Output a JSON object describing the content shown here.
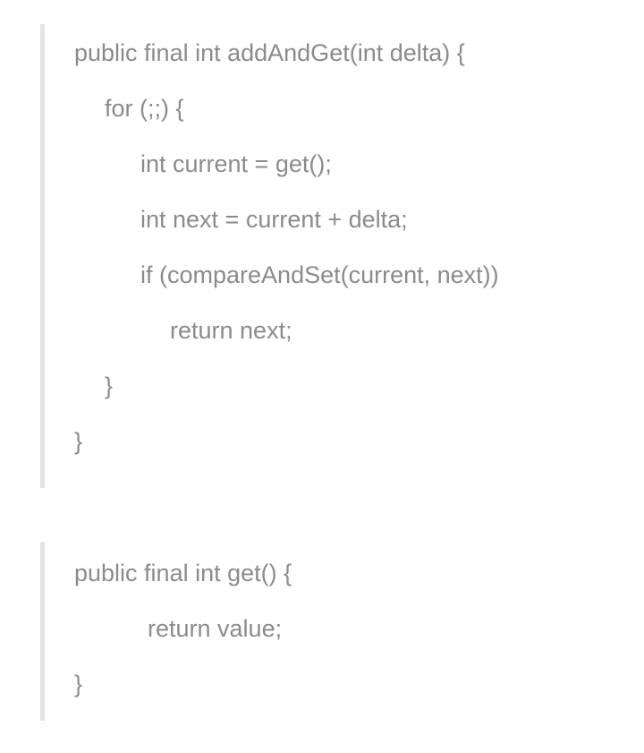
{
  "page": {
    "background_color": "#ffffff",
    "text_color": "#8b8b8b",
    "rule_color": "#e4e4e4"
  },
  "code_blocks": [
    {
      "name": "addAndGet-method",
      "language": "java",
      "lines": [
        {
          "indent": 0,
          "text": "public final int addAndGet(int delta) {"
        },
        {
          "indent": 1,
          "text": "for (;;) {"
        },
        {
          "indent": 2,
          "text": "int current = get();"
        },
        {
          "indent": 2,
          "text": "int next = current + delta;"
        },
        {
          "indent": 2,
          "text": "if (compareAndSet(current, next))"
        },
        {
          "indent": 3,
          "text": "return next;"
        },
        {
          "indent": 1,
          "text": "}"
        },
        {
          "indent": 0,
          "text": "}"
        }
      ]
    },
    {
      "name": "get-method",
      "language": "java",
      "lines": [
        {
          "indent": 0,
          "text": "public final int get() {"
        },
        {
          "indent": "r",
          "text": "return value;"
        },
        {
          "indent": 0,
          "text": "}"
        }
      ]
    }
  ]
}
